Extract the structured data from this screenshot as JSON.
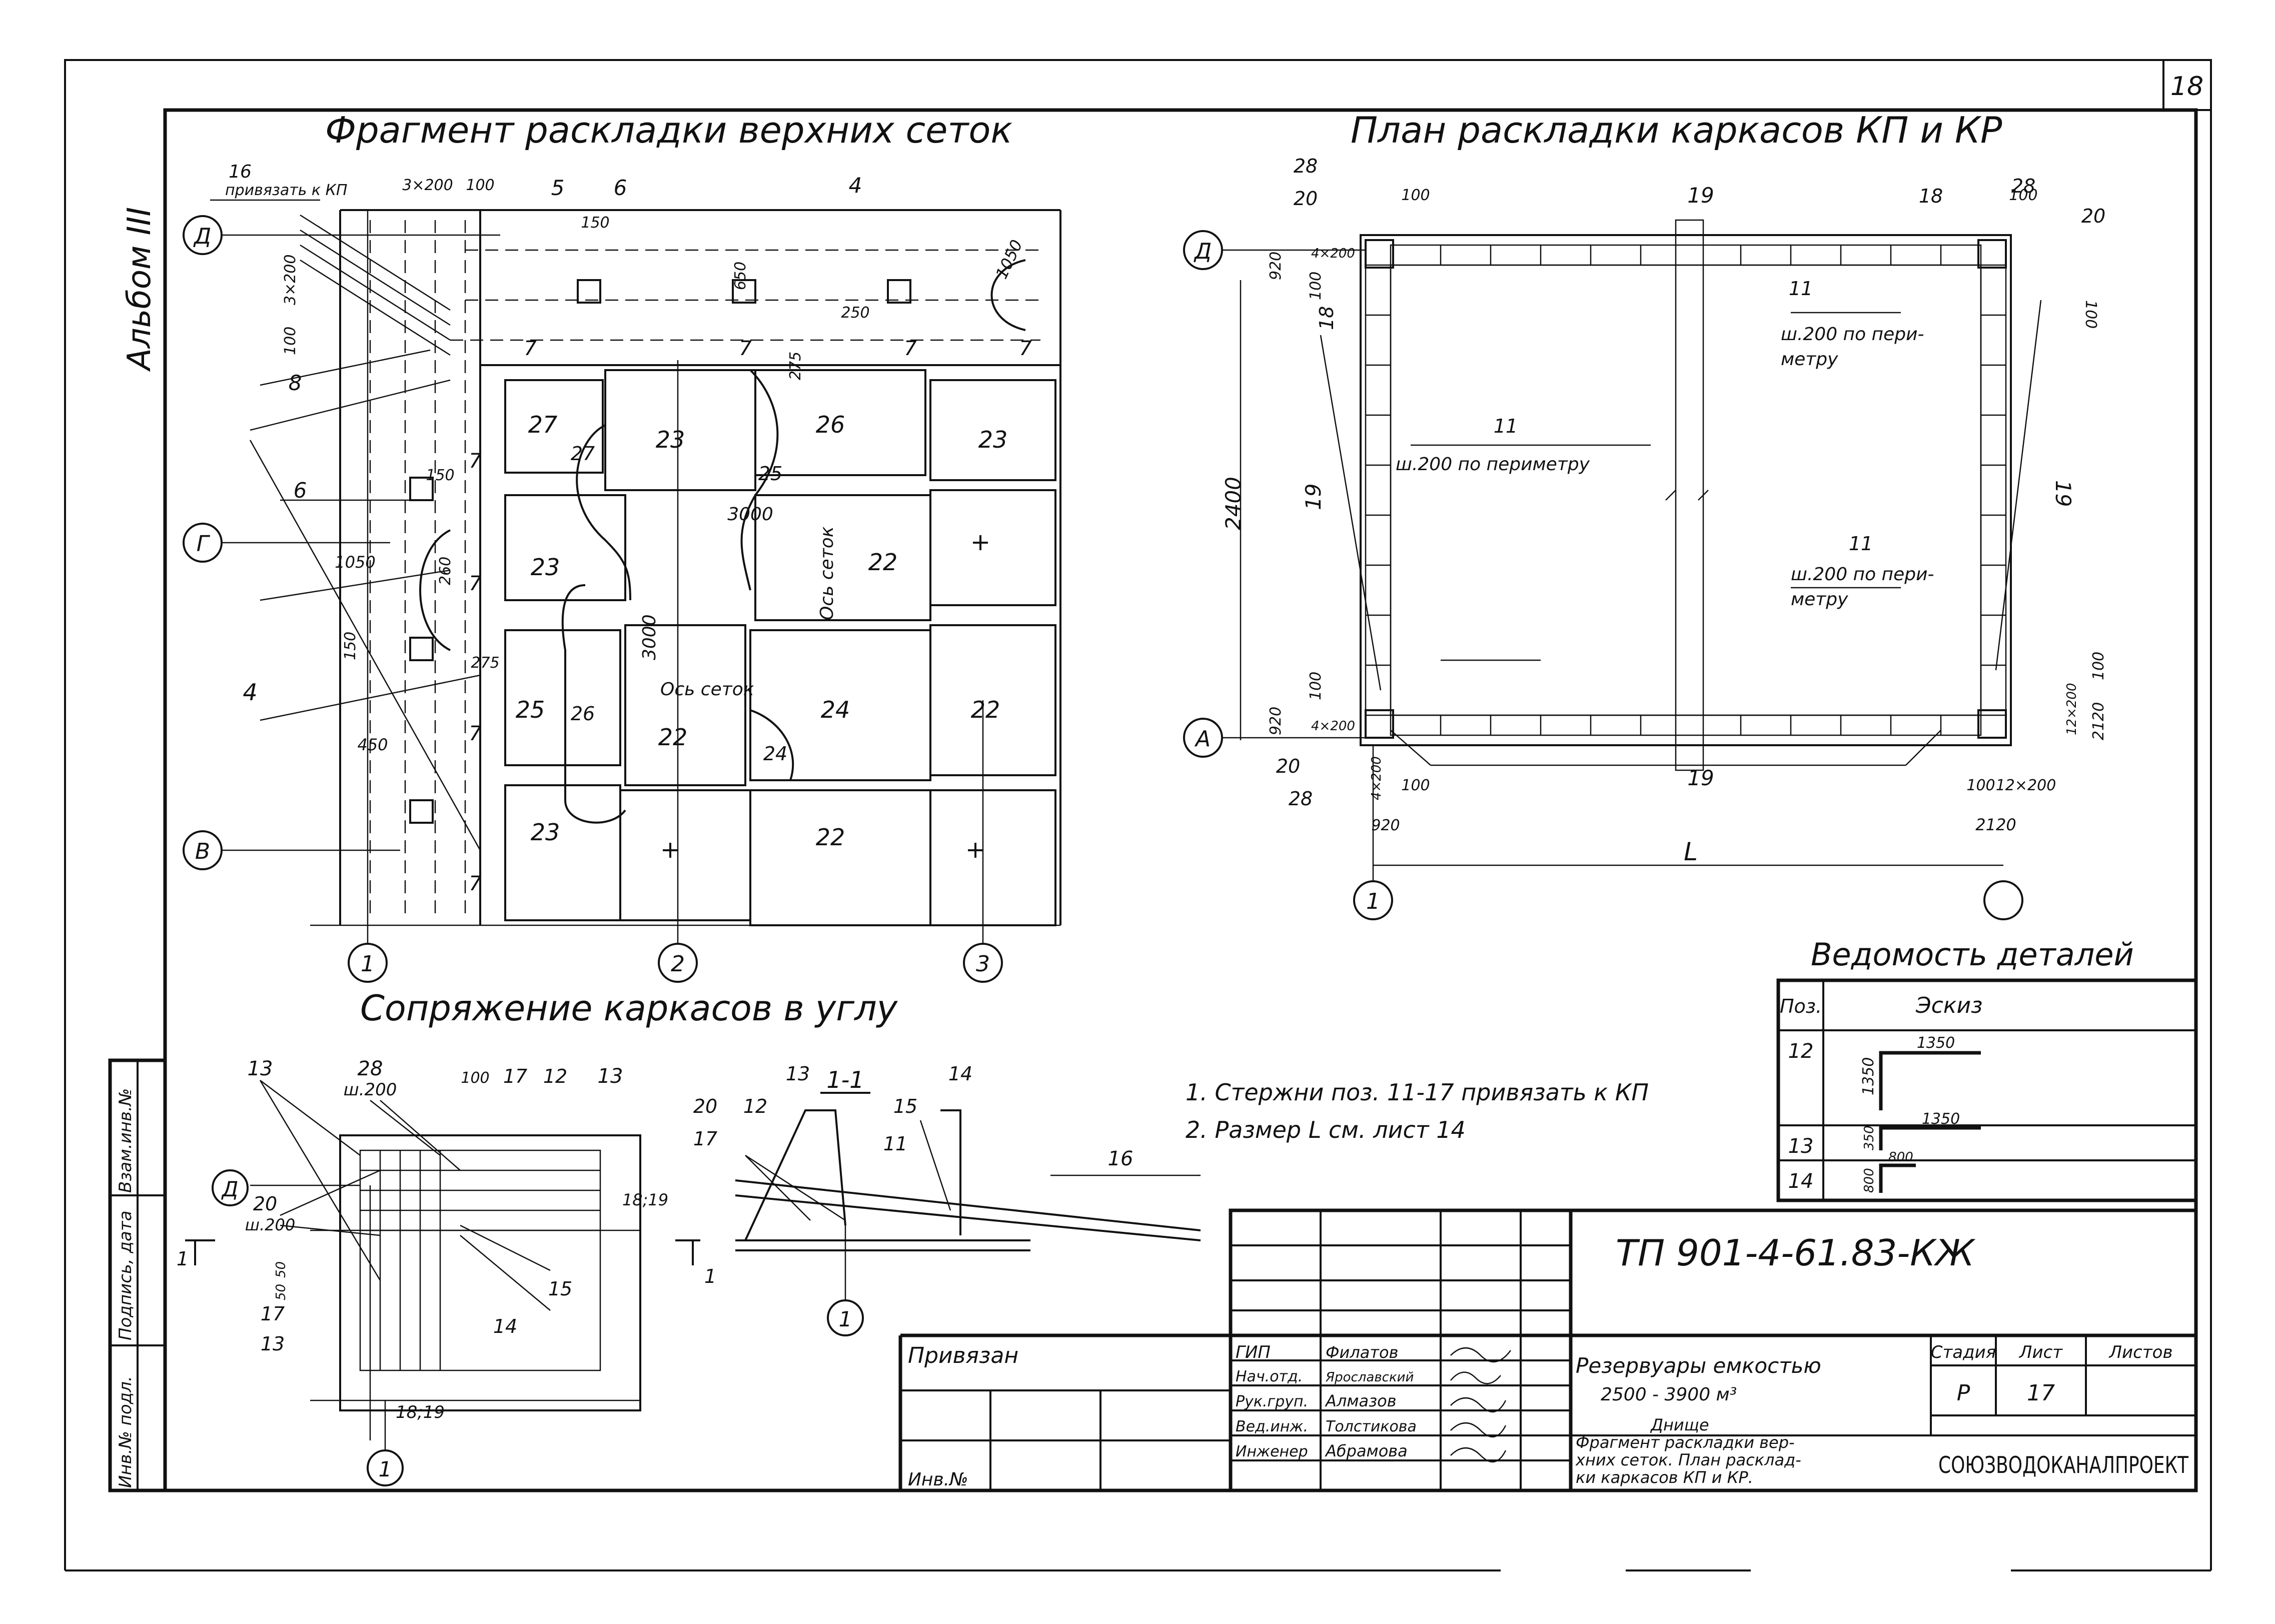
{
  "sheet": {
    "page_number": "18",
    "album": "Альбом III",
    "designation": "ТП 901-4-61.83-КЖ",
    "org": "СОЮЗВОДОКАНАЛПРОЕКТ"
  },
  "fragment": {
    "title": "Фрагмент раскладки верхних сеток",
    "axes_rows": [
      "Д",
      "Г",
      "В"
    ],
    "axes_cols": [
      "1",
      "2",
      "3"
    ],
    "panels": [
      "27",
      "23",
      "26",
      "23",
      "23",
      "22",
      "25",
      "24",
      "22",
      "22",
      "23",
      "22"
    ],
    "marks": [
      "16",
      "5",
      "6",
      "4",
      "8",
      "6",
      "4",
      "26",
      "27",
      "25",
      "24",
      "7"
    ],
    "dims": [
      "3×200",
      "100",
      "150",
      "650",
      "250",
      "275",
      "1050",
      "3000",
      "3000",
      "260",
      "1050",
      "150",
      "450",
      "275",
      "100",
      "3×200"
    ],
    "labels": {
      "binding": "привязать к КП",
      "axis_a": "Ось сеток",
      "axis_b": "Ось сеток"
    }
  },
  "plan": {
    "title": "План раскладки каркасов КП и КР",
    "axes_rows": [
      "Д",
      "А"
    ],
    "axes_cols": [
      "1"
    ],
    "marks": [
      "28",
      "20",
      "19",
      "18",
      "28",
      "20",
      "18",
      "19",
      "19",
      "20",
      "28",
      "19"
    ],
    "dims": [
      "100",
      "100",
      "920",
      "4×200",
      "100",
      "100",
      "920",
      "4×200",
      "4×200",
      "920",
      "100",
      "100",
      "12×200",
      "2120",
      "2400",
      "2120",
      "12×200",
      "100"
    ],
    "notes": [
      "ш.200 по пери-",
      "метру",
      "ш.200 по периметру",
      "ш.200 по пери-",
      "метру"
    ],
    "eleven": [
      "11",
      "11",
      "11"
    ],
    "length": "L"
  },
  "corner": {
    "title": "Сопряжение каркасов в углу",
    "marks": [
      "13",
      "28",
      "ш.200",
      "100",
      "17",
      "12",
      "13",
      "20",
      "ш.200",
      "17",
      "13",
      "15",
      "14",
      "18;19",
      "18;19"
    ],
    "dims": [
      "50",
      "50"
    ],
    "axis_row": "Д",
    "axis_col": "1",
    "cut": "1"
  },
  "section": {
    "title": "1-1",
    "marks": [
      "13",
      "14",
      "20",
      "12",
      "15",
      "17",
      "11",
      "16"
    ],
    "axis": "1"
  },
  "notes": [
    "1. Стержни поз. 11-17 привязать к КП",
    "2. Размер L см. лист 14"
  ],
  "details": {
    "title": "Ведомость деталей",
    "headers": [
      "Поз.",
      "Эскиз"
    ],
    "rows": [
      {
        "pos": "12",
        "dims": [
          "1350",
          "1350"
        ]
      },
      {
        "pos": "13",
        "dims": [
          "350",
          "1350"
        ]
      },
      {
        "pos": "14",
        "dims": [
          "800",
          "800"
        ]
      }
    ]
  },
  "stamp": {
    "privyazan": "Привязан",
    "inv": "Инв.№",
    "people": [
      {
        "role": "ГИП",
        "name": "Филатов"
      },
      {
        "role": "Нач.отд.",
        "name": "Ярославский"
      },
      {
        "role": "Рук.груп.",
        "name": "Алмазов"
      },
      {
        "role": "Вед.инж.",
        "name": "Толстикова"
      },
      {
        "role": "Инженер",
        "name": "Абрамова"
      }
    ],
    "object_line1": "Резервуары емкостью",
    "object_line2": "2500 - 3900 м³",
    "sheet_title": [
      "Днище",
      "Фрагмент раскладки вер-",
      "хних сеток. План расклад-",
      "ки каркасов КП и КР."
    ],
    "stage_h": "Стадия",
    "sheet_h": "Лист",
    "sheets_h": "Листов",
    "stage": "Р",
    "sheet": "17"
  },
  "side_stamp": [
    "Инв.№ подл.",
    "Подпись, дата",
    "Взам.инв.№"
  ]
}
